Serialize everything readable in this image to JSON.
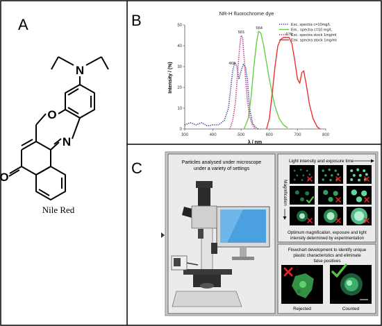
{
  "panels": {
    "a": {
      "letter": "A",
      "atoms": {
        "n_amine": "N",
        "o_ring": "O",
        "n_ring": "N",
        "o_ketone": "O"
      },
      "caption": "Nile Red"
    },
    "b": {
      "letter": "B"
    },
    "c": {
      "letter": "C",
      "left_title_line1": "Particles analysed under microscope",
      "left_title_line2": "under a variety of settings",
      "grid_header": "Light intensity and exposure time",
      "grid_side_label": "Magnification",
      "grid_caption_line1": "Optimum magnification, exposure and light",
      "grid_caption_line2": "intensity determined by experimentation",
      "flow_title_line1": "Flowchart development to identify unique",
      "flow_title_line2": "plastic characteristics and eliminate",
      "flow_title_line3": "false positives",
      "rejected_label": "Rejected",
      "counted_label": "Counted",
      "grid_marks": [
        "cross",
        "cross",
        "cross",
        "check",
        "cross",
        "cross",
        "cross",
        "cross",
        "cross"
      ]
    }
  },
  "colors": {
    "exc_low": "#2e3192",
    "em_low": "#66cc44",
    "exc_stock": "#c2187a",
    "em_stock": "#ee3030",
    "cross": "#dd2222",
    "check": "#55c24a"
  },
  "chart_data": {
    "type": "line",
    "title": "NR-H fluorochrome dye",
    "xlabel": "λ / nm",
    "ylabel": "Intensity / (%)",
    "xlim": [
      300,
      800
    ],
    "ylim": [
      0,
      50
    ],
    "xticks": [
      300,
      400,
      500,
      600,
      700,
      800
    ],
    "yticks": [
      0,
      10,
      20,
      30,
      40,
      50
    ],
    "legend_position": "top-right",
    "grid": false,
    "series": [
      {
        "name": "Exc. spectra c=10mg/L",
        "color": "#2e3192",
        "style": "dotted",
        "points": [
          [
            300,
            2
          ],
          [
            320,
            3
          ],
          [
            340,
            2
          ],
          [
            360,
            3
          ],
          [
            380,
            1.5
          ],
          [
            400,
            2
          ],
          [
            420,
            2
          ],
          [
            440,
            4
          ],
          [
            455,
            10
          ],
          [
            465,
            22
          ],
          [
            470,
            28
          ],
          [
            478,
            32
          ],
          [
            485,
            30
          ],
          [
            492,
            24
          ],
          [
            500,
            28
          ],
          [
            508,
            31
          ],
          [
            515,
            30
          ],
          [
            522,
            24
          ],
          [
            530,
            10
          ],
          [
            540,
            3
          ],
          [
            550,
            1
          ],
          [
            560,
            0
          ]
        ]
      },
      {
        "name": "Em.. spectra c=10 mg/L",
        "color": "#66cc44",
        "style": "solid",
        "points": [
          [
            510,
            0
          ],
          [
            525,
            5
          ],
          [
            535,
            15
          ],
          [
            545,
            30
          ],
          [
            555,
            42
          ],
          [
            562,
            47
          ],
          [
            570,
            46
          ],
          [
            580,
            40
          ],
          [
            590,
            32
          ],
          [
            600,
            24
          ],
          [
            610,
            17
          ],
          [
            620,
            11
          ],
          [
            635,
            5
          ],
          [
            650,
            2
          ],
          [
            665,
            0.5
          ]
        ]
      },
      {
        "name": "Exc. spectra stock 1mg/ml",
        "color": "#c2187a",
        "style": "dotted",
        "points": [
          [
            460,
            0
          ],
          [
            470,
            4
          ],
          [
            480,
            13
          ],
          [
            488,
            28
          ],
          [
            495,
            40
          ],
          [
            500,
            45
          ],
          [
            505,
            44
          ],
          [
            510,
            35
          ],
          [
            517,
            22
          ],
          [
            522,
            14
          ],
          [
            530,
            6
          ],
          [
            540,
            2
          ],
          [
            550,
            0
          ]
        ]
      },
      {
        "name": "Emi. spectra stock 1mg/ml",
        "color": "#ee3030",
        "style": "solid",
        "points": [
          [
            590,
            0
          ],
          [
            600,
            5
          ],
          [
            610,
            17
          ],
          [
            620,
            30
          ],
          [
            630,
            40
          ],
          [
            640,
            43
          ],
          [
            650,
            44
          ],
          [
            660,
            44
          ],
          [
            670,
            44
          ],
          [
            680,
            41
          ],
          [
            690,
            33
          ],
          [
            700,
            24
          ],
          [
            708,
            22
          ],
          [
            715,
            27
          ],
          [
            722,
            28
          ],
          [
            730,
            22
          ],
          [
            742,
            12
          ],
          [
            755,
            5
          ],
          [
            770,
            1
          ],
          [
            780,
            0
          ]
        ]
      }
    ],
    "annotations": [
      {
        "text": "468",
        "x": 468,
        "y": 30
      },
      {
        "text": "501",
        "x": 501,
        "y": 45
      },
      {
        "text": "564",
        "x": 564,
        "y": 47
      },
      {
        "text": "670",
        "x": 670,
        "y": 44
      }
    ]
  }
}
